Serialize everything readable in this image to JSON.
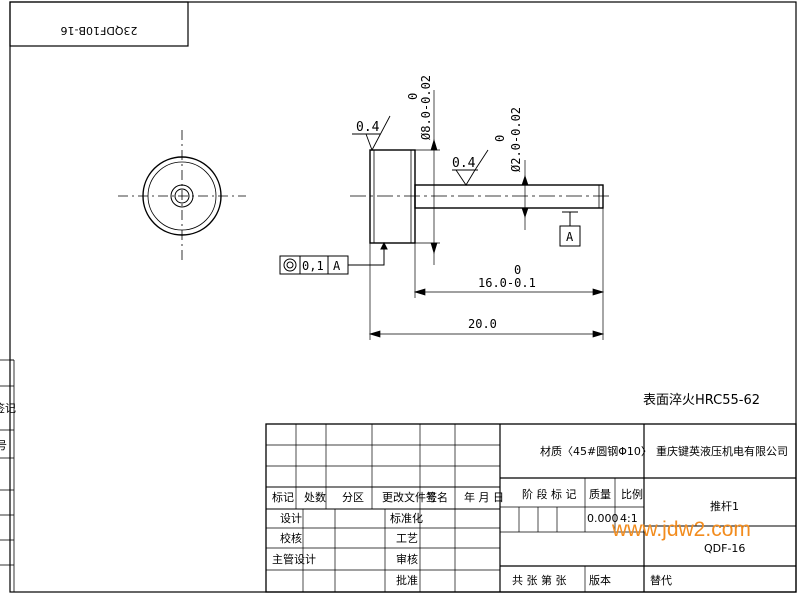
{
  "drawing_code": "23QDF10B-16",
  "left_strip": {
    "label_1": "签记",
    "label_2": "号"
  },
  "dimensions": {
    "dia_large": "Ø8.0-0.02",
    "dia_large_upper": "0",
    "dia_small": "Ø2.0-0.02",
    "dia_small_upper": "0",
    "len_16": "16.0-0.1",
    "len_16_upper": "0",
    "len_20": "20.0"
  },
  "roughness": {
    "r1": "0.4",
    "r2": "0.4"
  },
  "tolerance_frame": {
    "value": "0,1",
    "datum": "A"
  },
  "datum_label": "A",
  "note": "表面淬火HRC55-62",
  "title_block": {
    "material": "材质〈45#圆钢Φ10〉",
    "company": "重庆键英液压机电有限公司",
    "col_labels": [
      "标记",
      "处数",
      "分区",
      "更改文件号",
      "签名",
      "年 月 日"
    ],
    "stage_label": "阶 段 标 记",
    "weight_label": "质量",
    "scale_label": "比例",
    "weight_value": "0.000",
    "scale_value": "4:1",
    "part_name": "推杆1",
    "part_code": "QDF-16",
    "design": "设计",
    "standardize": "标准化",
    "check": "校核",
    "process": "工艺",
    "chief_design": "主管设计",
    "review": "审核",
    "approve": "批准",
    "sheets": "共  张  第  张",
    "version": "版本",
    "replace": "替代"
  },
  "watermark": "www.jdw2.com"
}
